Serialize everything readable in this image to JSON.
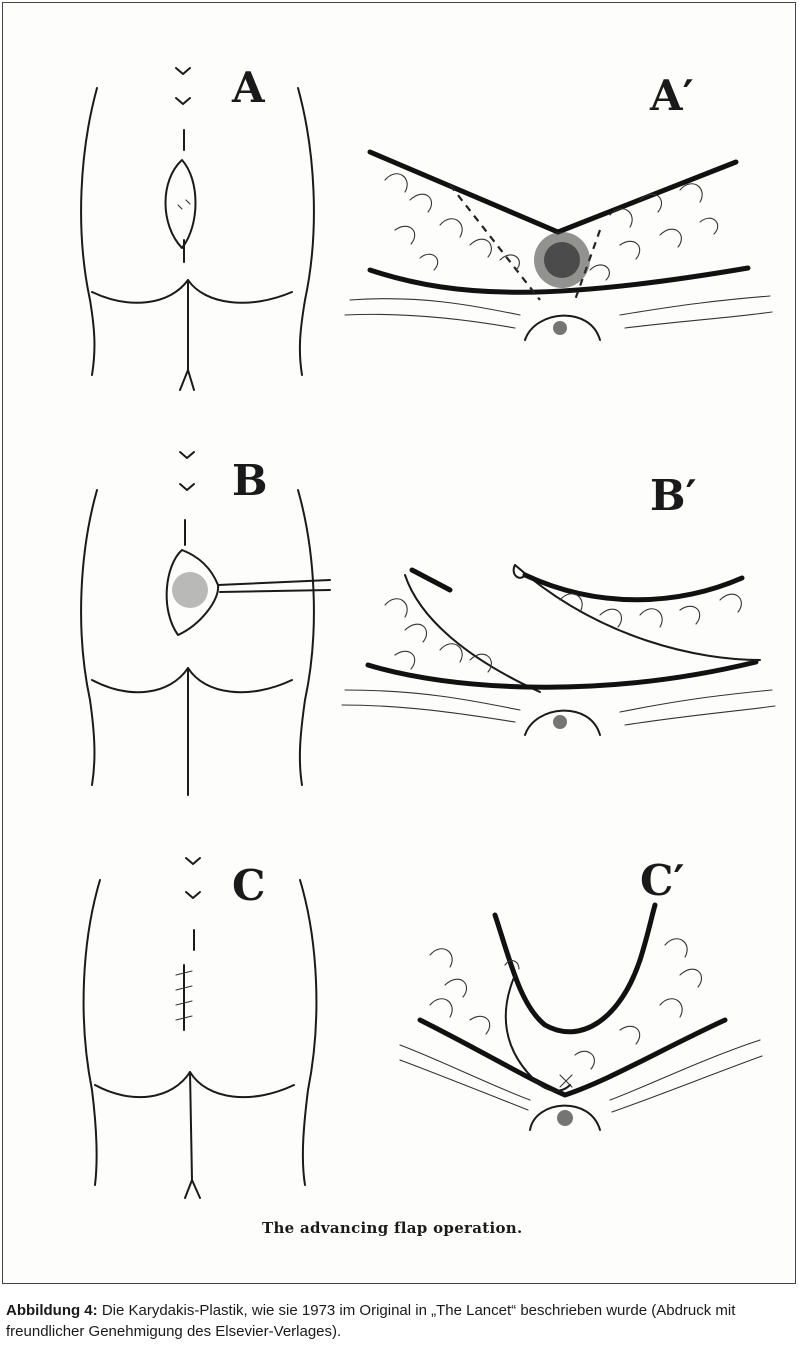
{
  "figure": {
    "panels": [
      {
        "id": "A",
        "label": "A"
      },
      {
        "id": "A-prime",
        "label": "A′"
      },
      {
        "id": "B",
        "label": "B"
      },
      {
        "id": "B-prime",
        "label": "B′"
      },
      {
        "id": "C",
        "label": "C"
      },
      {
        "id": "C-prime",
        "label": "C′"
      }
    ],
    "drawing_caption": "The advancing flap operation."
  },
  "caption": {
    "label": "Abbildung 4:",
    "text": " Die Karydakis-Plastik, wie sie 1973 im Original in „The Lancet“ beschrieben wurde (Abdruck mit freundlicher Genehmigung des Elsevier-Verlages)."
  }
}
